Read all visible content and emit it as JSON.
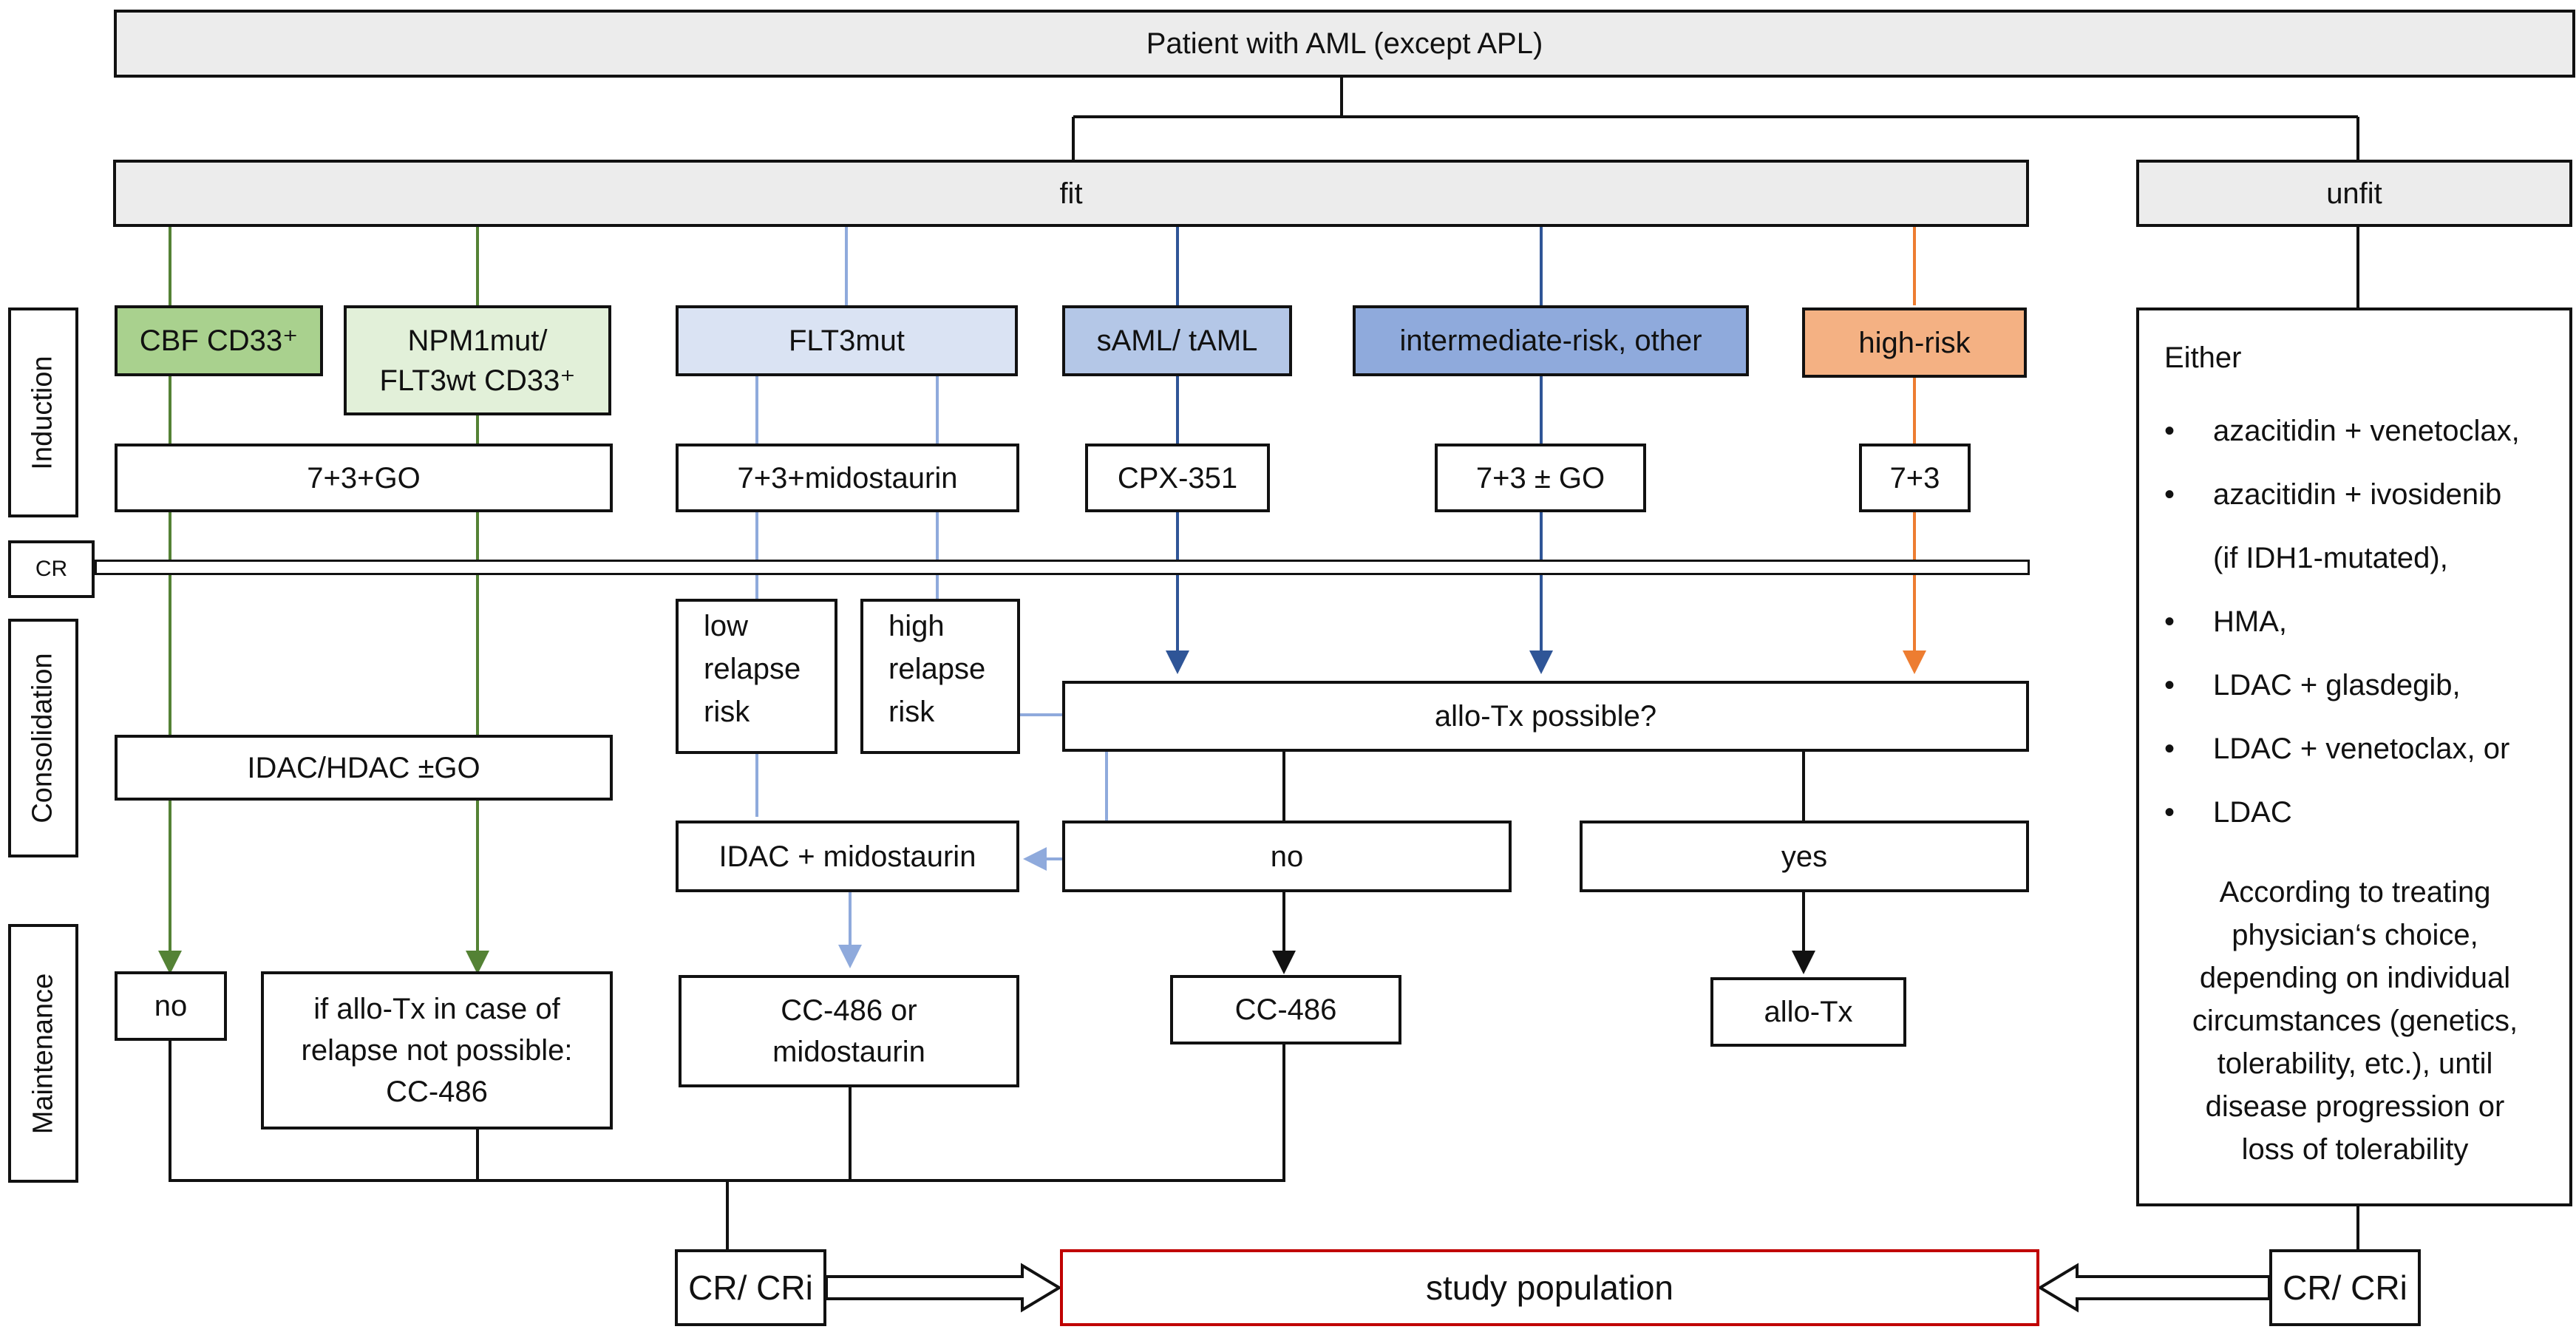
{
  "title": "Patient with AML (except APL)",
  "fit": "fit",
  "unfit": "unfit",
  "phases": {
    "induction": "Induction",
    "cr": "CR",
    "consolidation": "Consolidation",
    "maintenance": "Maintenance"
  },
  "groups": {
    "cbf": "CBF CD33⁺",
    "npm1_line1": "NPM1mut/",
    "npm1_line2": "FLT3wt CD33⁺",
    "flt3": "FLT3mut",
    "saml": "sAML/ tAML",
    "intermediate": "intermediate-risk, other",
    "high": "high-risk"
  },
  "induction": {
    "go": "7+3+GO",
    "midostaurin": "7+3+midostaurin",
    "cpx": "CPX-351",
    "go_pm": "7+3 ± GO",
    "plain": "7+3"
  },
  "consolidation": {
    "low_relapse": [
      "low",
      "relapse",
      "risk"
    ],
    "high_relapse": [
      "high",
      "relapse",
      "risk"
    ],
    "allo_possible": "allo-Tx possible?",
    "idac_hdac": "IDAC/HDAC ±GO",
    "idac_mido": "IDAC + midostaurin",
    "no": "no",
    "yes": "yes"
  },
  "maintenance": {
    "no": "no",
    "allo_relapse": [
      "if allo-Tx in case of",
      "relapse not possible:",
      "CC-486"
    ],
    "cc486_or_mido": [
      "CC-486 or",
      "midostaurin"
    ],
    "cc486": "CC-486",
    "allo_tx": "allo-Tx"
  },
  "unfit_panel": {
    "either": "Either",
    "options": [
      "azacitidin + venetoclax,",
      "azacitidin + ivosidenib",
      "(if IDH1-mutated),",
      "HMA,",
      "LDAC + glasdegib,",
      "LDAC + venetoclax, or",
      "LDAC"
    ],
    "note": [
      "According to treating",
      "physician‘s choice,",
      "depending on individual",
      "circumstances (genetics,",
      "tolerability, etc.), until",
      "disease progression or",
      "loss of tolerability"
    ]
  },
  "outcome": {
    "cr_cri_left": "CR/ CRi",
    "study_population": "study population",
    "cr_cri_right": "CR/ CRi"
  },
  "colors": {
    "cbf": "#a9d18e",
    "npm1": "#e2f0d9",
    "flt3": "#dae3f3",
    "saml": "#b4c7e7",
    "intermediate": "#8faadc",
    "high": "#f4b183",
    "green_line": "#548235",
    "light_blue_line": "#8faadc",
    "dark_blue_line": "#2f5597",
    "orange_line": "#ed7d31",
    "study_border": "#c00000"
  }
}
